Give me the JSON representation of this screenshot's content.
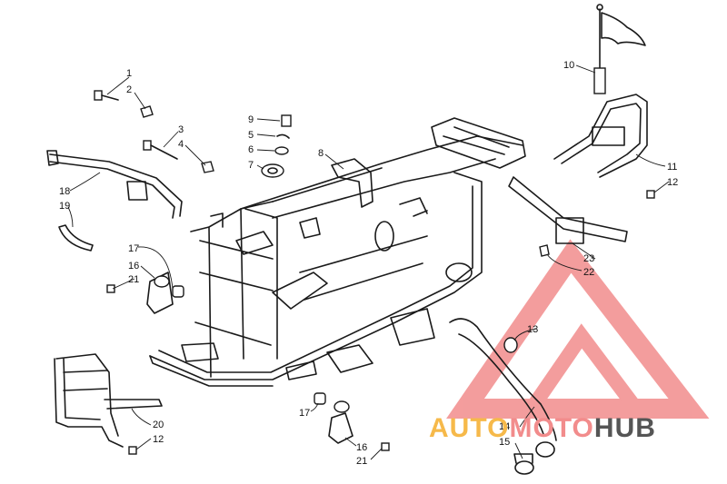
{
  "callouts": [
    {
      "id": "c1",
      "text": "1"
    },
    {
      "id": "c2",
      "text": "2"
    },
    {
      "id": "c3",
      "text": "3"
    },
    {
      "id": "c4",
      "text": "4"
    },
    {
      "id": "c5",
      "text": "5"
    },
    {
      "id": "c6",
      "text": "6"
    },
    {
      "id": "c7",
      "text": "7"
    },
    {
      "id": "c8",
      "text": "8"
    },
    {
      "id": "c9",
      "text": "9"
    },
    {
      "id": "c10",
      "text": "10"
    },
    {
      "id": "c11",
      "text": "11"
    },
    {
      "id": "c12a",
      "text": "12"
    },
    {
      "id": "c12b",
      "text": "12"
    },
    {
      "id": "c13",
      "text": "13"
    },
    {
      "id": "c14",
      "text": "14"
    },
    {
      "id": "c15",
      "text": "15"
    },
    {
      "id": "c16a",
      "text": "16"
    },
    {
      "id": "c16b",
      "text": "16"
    },
    {
      "id": "c17a",
      "text": "17"
    },
    {
      "id": "c17b",
      "text": "17"
    },
    {
      "id": "c18",
      "text": "18"
    },
    {
      "id": "c19",
      "text": "19"
    },
    {
      "id": "c20",
      "text": "20"
    },
    {
      "id": "c21a",
      "text": "21"
    },
    {
      "id": "c21b",
      "text": "21"
    },
    {
      "id": "c22",
      "text": "22"
    },
    {
      "id": "c23",
      "text": "23"
    }
  ],
  "watermark": {
    "part1": "AUTO",
    "part2": "MOTO",
    "part3": "HUB",
    "color_primary": "#f28c8c",
    "color_secondary": "#f6b94a",
    "color_dark": "#444444"
  }
}
